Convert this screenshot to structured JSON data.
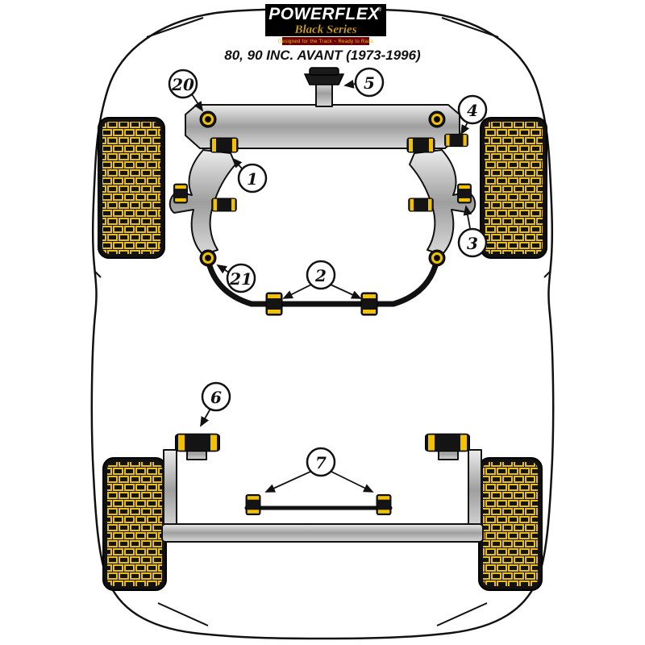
{
  "logo": {
    "brand": "POWERFLEX",
    "registered_mark": "®",
    "series": "Black Series",
    "tagline": "Designed for the Track ~ Ready to Race"
  },
  "title": "80, 90 INC. AVANT (1973-1996)",
  "colors": {
    "accent_yellow": "#F2C200",
    "series_gold": "#D8A71E",
    "tagline_red": "#6B0000",
    "part_black": "#1A1A1A",
    "steel_light": "#ECECEC",
    "steel_dark": "#9E9E9E"
  },
  "callouts": [
    {
      "label": "20"
    },
    {
      "label": "5"
    },
    {
      "label": "4"
    },
    {
      "label": "1"
    },
    {
      "label": "3"
    },
    {
      "label": "21"
    },
    {
      "label": "2"
    },
    {
      "label": "6"
    },
    {
      "label": "7"
    }
  ]
}
